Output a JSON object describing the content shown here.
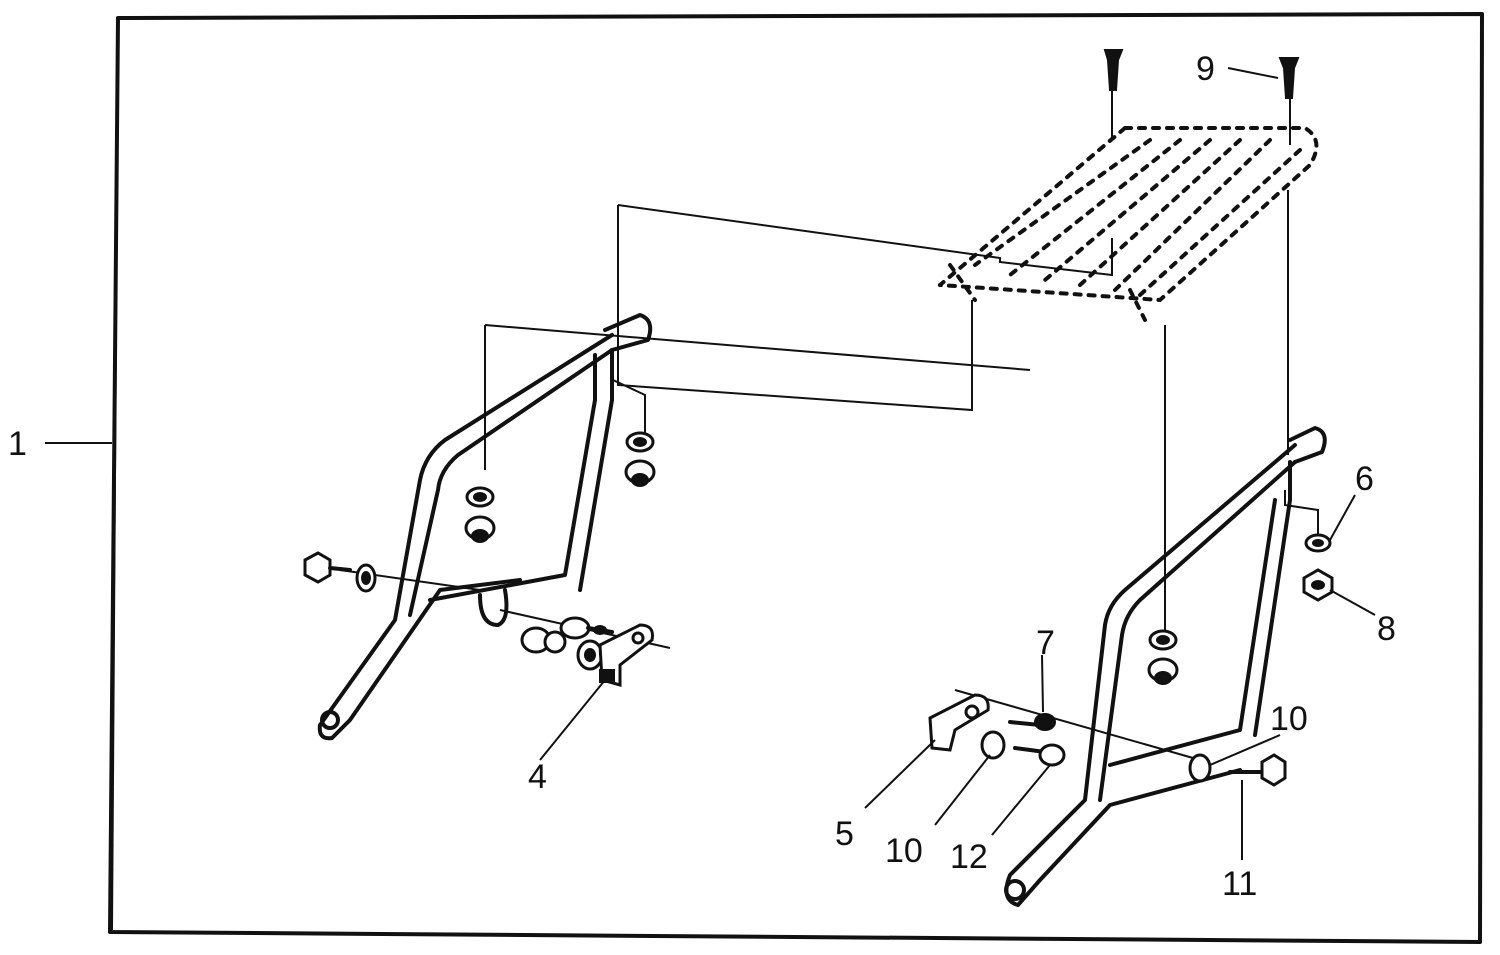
{
  "callouts": {
    "c1": "1",
    "c4": "4",
    "c5": "5",
    "c6": "6",
    "c7": "7",
    "c8": "8",
    "c9": "9",
    "c10a": "10",
    "c10b": "10",
    "c11": "11",
    "c12": "12"
  }
}
